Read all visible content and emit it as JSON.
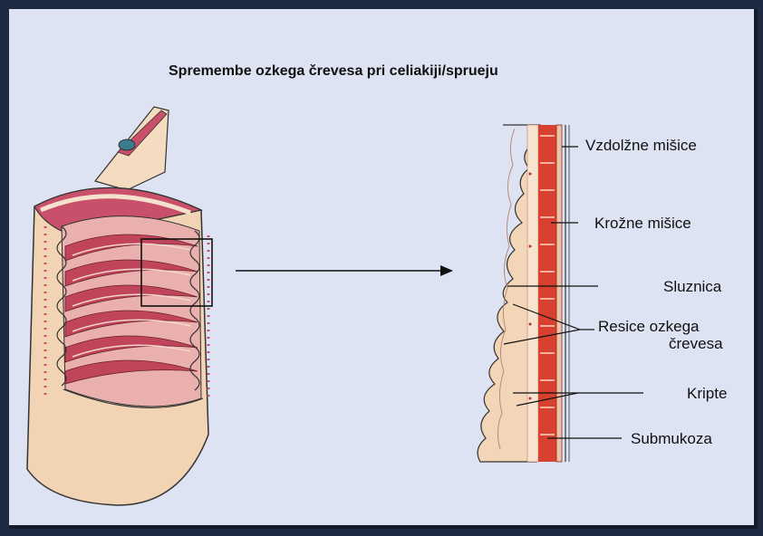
{
  "title": "Spremembe ozkega črevesa pri celiakiji/sprueju",
  "labels": {
    "longitudinal_muscle": "Vzdolžne mišice",
    "circular_muscle": "Krožne mišice",
    "mucosa": "Sluznica",
    "villi_line1": "Resice ozkega",
    "villi_line2": "črevesa",
    "crypts": "Kripte",
    "submucosa": "Submukoza"
  },
  "colors": {
    "background": "#dde3f2",
    "frame": "#1e2a44",
    "tissue": "#f3d6b8",
    "fold": "#c0455a",
    "muscle": "#d8412f"
  }
}
